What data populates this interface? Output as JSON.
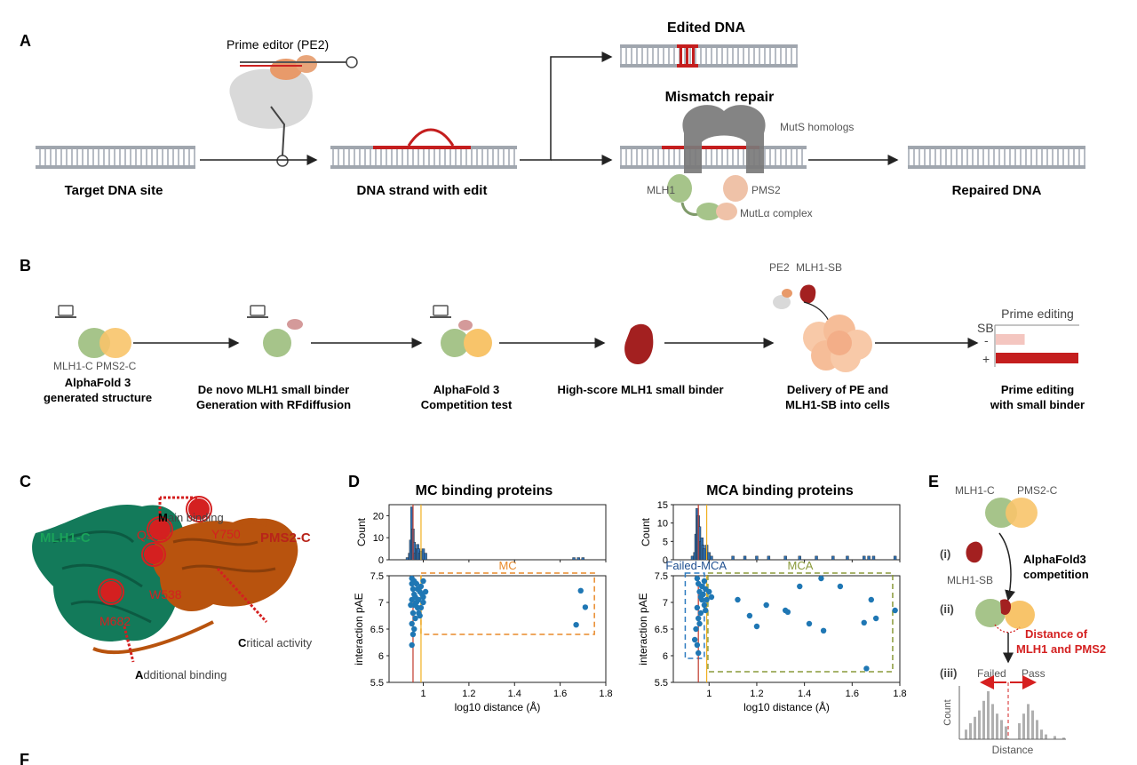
{
  "panel_labels": {
    "a": "A",
    "b": "B",
    "c": "C",
    "d": "D",
    "e": "E",
    "f": "F"
  },
  "panel_a": {
    "prime_editor": "Prime editor (PE2)",
    "target_site": "Target DNA site",
    "strand_edit": "DNA strand with edit",
    "edited": "Edited DNA",
    "mismatch": "Mismatch repair",
    "muts": "MutS homologs",
    "mlh1": "MLH1",
    "pms2": "PMS2",
    "mutl": "MutLα complex",
    "repaired": "Repaired DNA"
  },
  "panel_b": {
    "pe2": "PE2",
    "mlh1sb": "MLH1-SB",
    "mlh1c": "MLH1-C",
    "pms2c": "PMS2-C",
    "step1_l1": "AlphaFold 3",
    "step1_l2": "generated structure",
    "step2_l1": "De novo MLH1 small binder",
    "step2_l2": "Generation with RFdiffusion",
    "step3_l1": "AlphaFold 3",
    "step3_l2": "Competition test",
    "step4_l1": "High-score MLH1 small binder",
    "step5_l1": "Delivery of PE and",
    "step5_l2": "MLH1-SB into cells",
    "step6_l1": "Prime editing",
    "step6_l2": "with small binder",
    "mini_title": "Prime editing",
    "mini_sb": "SB",
    "mini_minus": "-",
    "mini_plus": "+",
    "mini_values": {
      "minus": 0.35,
      "plus": 1.0
    }
  },
  "panel_c": {
    "mlh1c": "MLH1-C",
    "pms2c": "PMS2-C",
    "q542": "Q542",
    "y750": "Y750",
    "w538": "W538",
    "m682": "M682",
    "main_cap": "M",
    "main_rest": "ain binding",
    "crit_cap": "C",
    "crit_rest": "ritical activity",
    "add_cap": "A",
    "add_rest": "dditional binding"
  },
  "panel_e": {
    "mlh1c": "MLH1-C",
    "pms2c": "PMS2-C",
    "i": "(i)",
    "ii": "(ii)",
    "iii": "(iii)",
    "mlh1sb": "MLH1-SB",
    "af3_l1": "AlphaFold3",
    "af3_l2": "competition",
    "dist_l1": "Distance of",
    "dist_l2": "MLH1 and PMS2",
    "failed": "Failed",
    "pass": "Pass",
    "count": "Count",
    "distance": "Distance"
  },
  "chart_data": [
    {
      "type": "scatter",
      "title": "MC binding proteins",
      "xlabel": "log10 distance (Å)",
      "ylabel": "interaction pAE",
      "hist_ylabel": "Count",
      "xlim": [
        0.85,
        1.8
      ],
      "ylim": [
        5.5,
        7.5
      ],
      "xticks": [
        "1",
        "1.2",
        "1.4",
        "1.6",
        "1.8"
      ],
      "yticks": [
        "5.5",
        "6",
        "6.5",
        "7",
        "7.5"
      ],
      "hist_ylim": [
        0,
        25
      ],
      "hist_yticks": [
        "0",
        "10",
        "20"
      ],
      "region_label": "MC",
      "region": {
        "x": [
          0.99,
          1.75
        ],
        "y": [
          6.4,
          7.55
        ]
      },
      "vlines": {
        "red": 0.955,
        "orange": 0.99
      },
      "hist": [
        [
          0.93,
          1
        ],
        [
          0.94,
          3
        ],
        [
          0.945,
          9
        ],
        [
          0.95,
          24
        ],
        [
          0.955,
          14
        ],
        [
          0.96,
          8
        ],
        [
          0.965,
          3
        ],
        [
          0.97,
          5
        ],
        [
          0.975,
          7
        ],
        [
          0.98,
          5
        ],
        [
          0.985,
          3
        ],
        [
          0.99,
          4
        ],
        [
          1.0,
          5
        ],
        [
          1.01,
          3
        ],
        [
          1.66,
          1
        ],
        [
          1.68,
          1
        ],
        [
          1.7,
          1
        ]
      ],
      "points": [
        [
          0.95,
          7.45
        ],
        [
          0.95,
          7.35
        ],
        [
          0.955,
          7.25
        ],
        [
          0.96,
          7.15
        ],
        [
          0.95,
          7.05
        ],
        [
          0.96,
          6.95
        ],
        [
          0.965,
          7.1
        ],
        [
          0.97,
          7.0
        ],
        [
          0.975,
          6.9
        ],
        [
          0.98,
          6.8
        ],
        [
          0.985,
          7.2
        ],
        [
          0.99,
          7.3
        ],
        [
          1.0,
          7.4
        ],
        [
          1.0,
          7.1
        ],
        [
          1.01,
          7.2
        ],
        [
          0.955,
          6.8
        ],
        [
          0.95,
          6.6
        ],
        [
          0.96,
          6.5
        ],
        [
          0.955,
          6.4
        ],
        [
          0.95,
          6.2
        ],
        [
          0.97,
          7.35
        ],
        [
          0.975,
          7.25
        ],
        [
          0.98,
          7.05
        ],
        [
          0.99,
          6.9
        ],
        [
          1.0,
          7.0
        ],
        [
          0.965,
          6.7
        ],
        [
          0.96,
          7.4
        ],
        [
          0.945,
          6.95
        ],
        [
          0.985,
          6.75
        ],
        [
          0.995,
          7.15
        ],
        [
          1.67,
          6.58
        ],
        [
          1.69,
          7.22
        ],
        [
          1.71,
          6.91
        ]
      ]
    },
    {
      "type": "scatter",
      "title": "MCA binding proteins",
      "xlabel": "log10 distance (Å)",
      "ylabel": "interaction pAE",
      "hist_ylabel": "Count",
      "xlim": [
        0.85,
        1.8
      ],
      "ylim": [
        5.5,
        7.5
      ],
      "xticks": [
        "1",
        "1.2",
        "1.4",
        "1.6",
        "1.8"
      ],
      "yticks": [
        "5.5",
        "6",
        "6.5",
        "7",
        "7.5"
      ],
      "hist_ylim": [
        0,
        15
      ],
      "hist_yticks": [
        "0",
        "5",
        "10",
        "15"
      ],
      "region_label": "MCA",
      "region_failed_label": "Failed-MCA",
      "region": {
        "x": [
          0.995,
          1.77
        ],
        "y": [
          5.7,
          7.55
        ]
      },
      "region_failed": {
        "x": [
          0.9,
          0.98
        ],
        "y": [
          5.95,
          7.55
        ]
      },
      "vlines": {
        "red": 0.955,
        "orange": 0.99
      },
      "hist": [
        [
          0.93,
          1
        ],
        [
          0.94,
          2
        ],
        [
          0.945,
          7
        ],
        [
          0.95,
          14
        ],
        [
          0.955,
          12
        ],
        [
          0.96,
          9
        ],
        [
          0.965,
          5
        ],
        [
          0.97,
          6
        ],
        [
          0.975,
          4
        ],
        [
          0.98,
          3
        ],
        [
          0.99,
          4
        ],
        [
          1.0,
          2
        ],
        [
          1.01,
          1
        ],
        [
          1.1,
          1
        ],
        [
          1.15,
          1
        ],
        [
          1.2,
          1
        ],
        [
          1.25,
          1
        ],
        [
          1.32,
          1
        ],
        [
          1.38,
          1
        ],
        [
          1.45,
          1
        ],
        [
          1.52,
          1
        ],
        [
          1.58,
          1
        ],
        [
          1.65,
          1
        ],
        [
          1.67,
          1
        ],
        [
          1.69,
          1
        ],
        [
          1.78,
          1
        ]
      ],
      "points": [
        [
          0.95,
          7.45
        ],
        [
          0.955,
          7.35
        ],
        [
          0.96,
          7.2
        ],
        [
          0.965,
          7.1
        ],
        [
          0.97,
          7.05
        ],
        [
          0.975,
          7.15
        ],
        [
          0.98,
          6.95
        ],
        [
          0.985,
          7.25
        ],
        [
          0.99,
          7.05
        ],
        [
          0.95,
          6.9
        ],
        [
          0.955,
          6.7
        ],
        [
          0.96,
          6.6
        ],
        [
          0.945,
          6.5
        ],
        [
          0.94,
          6.3
        ],
        [
          0.95,
          6.2
        ],
        [
          0.955,
          6.05
        ],
        [
          0.97,
          7.3
        ],
        [
          0.965,
          6.8
        ],
        [
          0.98,
          7.4
        ],
        [
          0.985,
          6.85
        ],
        [
          1.0,
          7.2
        ],
        [
          1.01,
          7.1
        ],
        [
          1.12,
          7.05
        ],
        [
          1.17,
          6.75
        ],
        [
          1.2,
          6.55
        ],
        [
          1.24,
          6.95
        ],
        [
          1.32,
          6.85
        ],
        [
          1.33,
          6.82
        ],
        [
          1.38,
          7.3
        ],
        [
          1.42,
          6.6
        ],
        [
          1.47,
          7.45
        ],
        [
          1.48,
          6.47
        ],
        [
          1.55,
          7.3
        ],
        [
          1.65,
          6.62
        ],
        [
          1.66,
          5.76
        ],
        [
          1.68,
          7.05
        ],
        [
          1.7,
          6.7
        ],
        [
          1.78,
          6.85
        ]
      ]
    }
  ]
}
